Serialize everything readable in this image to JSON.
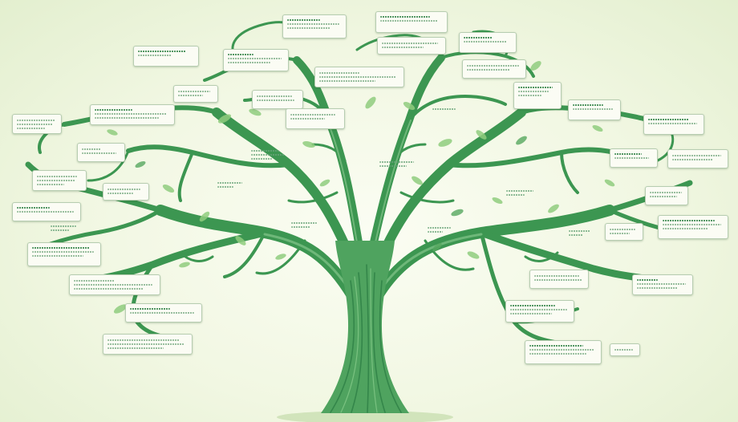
{
  "diagram": {
    "title": "",
    "colors": {
      "background": "#eef5dc",
      "trunk": "#4fa35f",
      "branch": "#3c9651",
      "leaf": "#8fcc7e",
      "note_fill": "#fbfcf4",
      "note_border": "#b7cdb1",
      "text_placeholder": "#3e8a52"
    },
    "nodes": [
      {
        "id": "n01"
      },
      {
        "id": "n02"
      },
      {
        "id": "n03"
      },
      {
        "id": "n04"
      },
      {
        "id": "n05"
      },
      {
        "id": "n06"
      },
      {
        "id": "n07"
      },
      {
        "id": "n08"
      },
      {
        "id": "n09"
      },
      {
        "id": "n10"
      },
      {
        "id": "n11"
      },
      {
        "id": "n12"
      },
      {
        "id": "n13"
      },
      {
        "id": "n14"
      },
      {
        "id": "n15"
      },
      {
        "id": "n16"
      },
      {
        "id": "n17"
      },
      {
        "id": "n18"
      },
      {
        "id": "n19"
      },
      {
        "id": "n20"
      },
      {
        "id": "n21"
      },
      {
        "id": "n22"
      },
      {
        "id": "n23"
      },
      {
        "id": "n24"
      },
      {
        "id": "n25"
      },
      {
        "id": "n26"
      },
      {
        "id": "n27"
      },
      {
        "id": "n28"
      },
      {
        "id": "n29"
      },
      {
        "id": "n30"
      },
      {
        "id": "n31"
      },
      {
        "id": "n32"
      },
      {
        "id": "n33"
      }
    ]
  }
}
